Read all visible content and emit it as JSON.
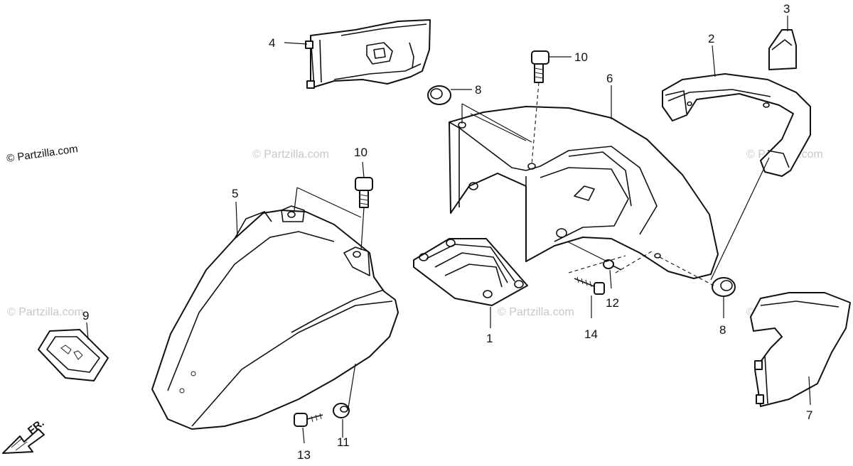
{
  "watermark": "© Partzilla.com",
  "copyright": "© Partzilla.com",
  "direction_label": "FR.",
  "callouts": {
    "c1": "1",
    "c2": "2",
    "c3": "3",
    "c4": "4",
    "c5": "5",
    "c6": "6",
    "c7": "7",
    "c8a": "8",
    "c8b": "8",
    "c9": "9",
    "c10a": "10",
    "c10b": "10",
    "c11": "11",
    "c12": "12",
    "c13": "13",
    "c14": "14"
  },
  "colors": {
    "line": "#111111",
    "watermark": "#c8c8c8",
    "background": "#ffffff"
  }
}
